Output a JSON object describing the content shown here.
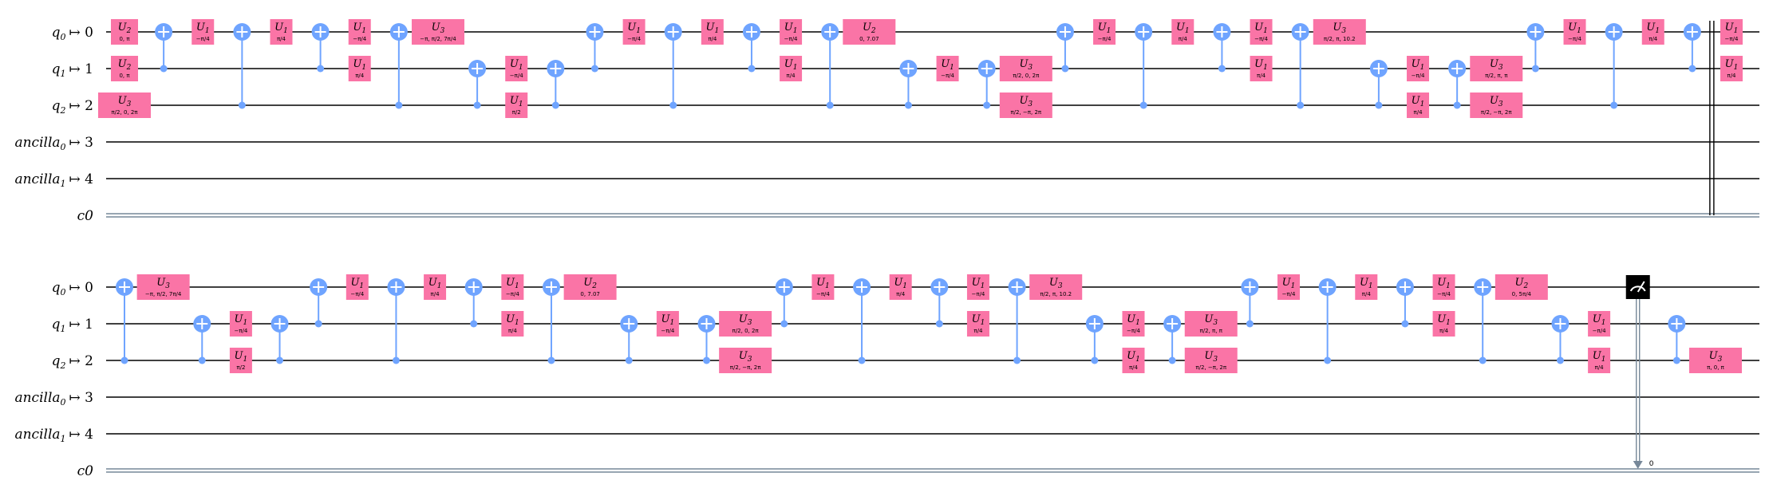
{
  "colors": {
    "wire": "#000000",
    "gate_fill": "#FA74A6",
    "gate_text": "#000000",
    "cnot": "#6FA4FF",
    "measure_fill": "#000000",
    "measure_icon": "#ffffff",
    "classical": "#778899"
  },
  "rows": [
    {
      "wires": [
        {
          "label_main": "q",
          "label_sub": "0",
          "label_arrow": "↦ 0",
          "type": "quantum"
        },
        {
          "label_main": "q",
          "label_sub": "1",
          "label_arrow": "↦ 1",
          "type": "quantum"
        },
        {
          "label_main": "q",
          "label_sub": "2",
          "label_arrow": "↦ 2",
          "type": "quantum"
        },
        {
          "label_main": "ancilla",
          "label_sub": "0",
          "label_arrow": "↦ 3",
          "type": "quantum"
        },
        {
          "label_main": "ancilla",
          "label_sub": "1",
          "label_arrow": "↦ 4",
          "type": "quantum"
        },
        {
          "label_main": "c0",
          "label_sub": "",
          "label_arrow": "",
          "type": "classical"
        }
      ],
      "ops": [
        {
          "t": "g",
          "n": "U",
          "s": "2",
          "p": "0, π",
          "w": 0
        },
        {
          "t": "g",
          "n": "U",
          "s": "2",
          "p": "0, π",
          "w": 1
        },
        {
          "t": "g",
          "n": "U",
          "s": "3",
          "p": "π/2, 0, 2π",
          "w": 2
        },
        {
          "t": "x",
          "tg": 0,
          "c": 1
        },
        {
          "t": "g",
          "n": "U",
          "s": "1",
          "p": "−π/4",
          "w": 0
        },
        {
          "t": "x",
          "tg": 0,
          "c": 2
        },
        {
          "t": "g",
          "n": "U",
          "s": "1",
          "p": "π/4",
          "w": 0
        },
        {
          "t": "x",
          "tg": 0,
          "c": 1
        },
        {
          "t": "g",
          "n": "U",
          "s": "1",
          "p": "−π/4",
          "w": 0
        },
        {
          "t": "g",
          "n": "U",
          "s": "1",
          "p": "π/4",
          "w": 1
        },
        {
          "t": "x",
          "tg": 0,
          "c": 2
        },
        {
          "t": "g",
          "n": "U",
          "s": "3",
          "p": "−π, π/2, 7π/4",
          "w": 0
        },
        {
          "t": "x",
          "tg": 1,
          "c": 2
        },
        {
          "t": "g",
          "n": "U",
          "s": "1",
          "p": "−π/4",
          "w": 1
        },
        {
          "t": "g",
          "n": "U",
          "s": "1",
          "p": "π/2",
          "w": 2
        },
        {
          "t": "x",
          "tg": 1,
          "c": 2
        },
        {
          "t": "x",
          "tg": 0,
          "c": 1
        },
        {
          "t": "g",
          "n": "U",
          "s": "1",
          "p": "−π/4",
          "w": 0
        },
        {
          "t": "x",
          "tg": 0,
          "c": 2
        },
        {
          "t": "g",
          "n": "U",
          "s": "1",
          "p": "π/4",
          "w": 0
        },
        {
          "t": "x",
          "tg": 0,
          "c": 1
        },
        {
          "t": "g",
          "n": "U",
          "s": "1",
          "p": "−π/4",
          "w": 0
        },
        {
          "t": "g",
          "n": "U",
          "s": "1",
          "p": "π/4",
          "w": 1
        },
        {
          "t": "x",
          "tg": 0,
          "c": 2
        },
        {
          "t": "g",
          "n": "U",
          "s": "2",
          "p": "0, 7.07",
          "w": 0
        },
        {
          "t": "x",
          "tg": 1,
          "c": 2
        },
        {
          "t": "g",
          "n": "U",
          "s": "1",
          "p": "−π/4",
          "w": 1
        },
        {
          "t": "x",
          "tg": 1,
          "c": 2
        },
        {
          "t": "g",
          "n": "U",
          "s": "3",
          "p": "π/2, 0, 2π",
          "w": 1
        },
        {
          "t": "g",
          "n": "U",
          "s": "3",
          "p": "π/2, −π, 2π",
          "w": 2
        },
        {
          "t": "x",
          "tg": 0,
          "c": 1
        },
        {
          "t": "g",
          "n": "U",
          "s": "1",
          "p": "−π/4",
          "w": 0
        },
        {
          "t": "x",
          "tg": 0,
          "c": 2
        },
        {
          "t": "g",
          "n": "U",
          "s": "1",
          "p": "π/4",
          "w": 0
        },
        {
          "t": "x",
          "tg": 0,
          "c": 1
        },
        {
          "t": "g",
          "n": "U",
          "s": "1",
          "p": "−π/4",
          "w": 0
        },
        {
          "t": "g",
          "n": "U",
          "s": "1",
          "p": "π/4",
          "w": 1
        },
        {
          "t": "x",
          "tg": 0,
          "c": 2
        },
        {
          "t": "g",
          "n": "U",
          "s": "3",
          "p": "π/2, π, 10.2",
          "w": 0
        },
        {
          "t": "x",
          "tg": 1,
          "c": 2
        },
        {
          "t": "g",
          "n": "U",
          "s": "1",
          "p": "−π/4",
          "w": 1
        },
        {
          "t": "g",
          "n": "U",
          "s": "1",
          "p": "π/4",
          "w": 2
        },
        {
          "t": "x",
          "tg": 1,
          "c": 2
        },
        {
          "t": "g",
          "n": "U",
          "s": "3",
          "p": "π/2, π, π",
          "w": 1
        },
        {
          "t": "g",
          "n": "U",
          "s": "3",
          "p": "π/2, −π, 2π",
          "w": 2
        },
        {
          "t": "x",
          "tg": 0,
          "c": 1
        },
        {
          "t": "g",
          "n": "U",
          "s": "1",
          "p": "−π/4",
          "w": 0
        },
        {
          "t": "x",
          "tg": 0,
          "c": 2
        },
        {
          "t": "g",
          "n": "U",
          "s": "1",
          "p": "π/4",
          "w": 0
        },
        {
          "t": "x",
          "tg": 0,
          "c": 1
        },
        {
          "t": "g",
          "n": "U",
          "s": "1",
          "p": "−π/4",
          "w": 0
        },
        {
          "t": "g",
          "n": "U",
          "s": "1",
          "p": "π/4",
          "w": 1
        }
      ]
    },
    {
      "wires": [
        {
          "label_main": "q",
          "label_sub": "0",
          "label_arrow": "↦ 0",
          "type": "quantum"
        },
        {
          "label_main": "q",
          "label_sub": "1",
          "label_arrow": "↦ 1",
          "type": "quantum"
        },
        {
          "label_main": "q",
          "label_sub": "2",
          "label_arrow": "↦ 2",
          "type": "quantum"
        },
        {
          "label_main": "ancilla",
          "label_sub": "0",
          "label_arrow": "↦ 3",
          "type": "quantum"
        },
        {
          "label_main": "ancilla",
          "label_sub": "1",
          "label_arrow": "↦ 4",
          "type": "quantum"
        },
        {
          "label_main": "c0",
          "label_sub": "",
          "label_arrow": "",
          "type": "classical"
        }
      ],
      "ops": [
        {
          "t": "x",
          "tg": 0,
          "c": 2
        },
        {
          "t": "g",
          "n": "U",
          "s": "3",
          "p": "−π, π/2, 7π/4",
          "w": 0
        },
        {
          "t": "x",
          "tg": 1,
          "c": 2
        },
        {
          "t": "g",
          "n": "U",
          "s": "1",
          "p": "−π/4",
          "w": 1
        },
        {
          "t": "g",
          "n": "U",
          "s": "1",
          "p": "π/2",
          "w": 2
        },
        {
          "t": "x",
          "tg": 1,
          "c": 2
        },
        {
          "t": "x",
          "tg": 0,
          "c": 1
        },
        {
          "t": "g",
          "n": "U",
          "s": "1",
          "p": "−π/4",
          "w": 0
        },
        {
          "t": "x",
          "tg": 0,
          "c": 2
        },
        {
          "t": "g",
          "n": "U",
          "s": "1",
          "p": "π/4",
          "w": 0
        },
        {
          "t": "x",
          "tg": 0,
          "c": 1
        },
        {
          "t": "g",
          "n": "U",
          "s": "1",
          "p": "−π/4",
          "w": 0
        },
        {
          "t": "g",
          "n": "U",
          "s": "1",
          "p": "π/4",
          "w": 1
        },
        {
          "t": "x",
          "tg": 0,
          "c": 2
        },
        {
          "t": "g",
          "n": "U",
          "s": "2",
          "p": "0, 7.07",
          "w": 0
        },
        {
          "t": "x",
          "tg": 1,
          "c": 2
        },
        {
          "t": "g",
          "n": "U",
          "s": "1",
          "p": "−π/4",
          "w": 1
        },
        {
          "t": "x",
          "tg": 1,
          "c": 2
        },
        {
          "t": "g",
          "n": "U",
          "s": "3",
          "p": "π/2, 0, 2π",
          "w": 1
        },
        {
          "t": "g",
          "n": "U",
          "s": "3",
          "p": "π/2, −π, 2π",
          "w": 2
        },
        {
          "t": "x",
          "tg": 0,
          "c": 1
        },
        {
          "t": "g",
          "n": "U",
          "s": "1",
          "p": "−π/4",
          "w": 0
        },
        {
          "t": "x",
          "tg": 0,
          "c": 2
        },
        {
          "t": "g",
          "n": "U",
          "s": "1",
          "p": "π/4",
          "w": 0
        },
        {
          "t": "x",
          "tg": 0,
          "c": 1
        },
        {
          "t": "g",
          "n": "U",
          "s": "1",
          "p": "−π/4",
          "w": 0
        },
        {
          "t": "g",
          "n": "U",
          "s": "1",
          "p": "π/4",
          "w": 1
        },
        {
          "t": "x",
          "tg": 0,
          "c": 2
        },
        {
          "t": "g",
          "n": "U",
          "s": "3",
          "p": "π/2, π, 10.2",
          "w": 0
        },
        {
          "t": "x",
          "tg": 1,
          "c": 2
        },
        {
          "t": "g",
          "n": "U",
          "s": "1",
          "p": "−π/4",
          "w": 1
        },
        {
          "t": "g",
          "n": "U",
          "s": "1",
          "p": "π/4",
          "w": 2
        },
        {
          "t": "x",
          "tg": 1,
          "c": 2
        },
        {
          "t": "g",
          "n": "U",
          "s": "3",
          "p": "π/2, π, π",
          "w": 1
        },
        {
          "t": "g",
          "n": "U",
          "s": "3",
          "p": "π/2, −π, 2π",
          "w": 2
        },
        {
          "t": "x",
          "tg": 0,
          "c": 1
        },
        {
          "t": "g",
          "n": "U",
          "s": "1",
          "p": "−π/4",
          "w": 0
        },
        {
          "t": "x",
          "tg": 0,
          "c": 2
        },
        {
          "t": "g",
          "n": "U",
          "s": "1",
          "p": "π/4",
          "w": 0
        },
        {
          "t": "x",
          "tg": 0,
          "c": 1
        },
        {
          "t": "g",
          "n": "U",
          "s": "1",
          "p": "−π/4",
          "w": 0
        },
        {
          "t": "g",
          "n": "U",
          "s": "1",
          "p": "π/4",
          "w": 1
        },
        {
          "t": "x",
          "tg": 0,
          "c": 2
        },
        {
          "t": "g",
          "n": "U",
          "s": "2",
          "p": "0, 5π/4",
          "w": 0
        },
        {
          "t": "x",
          "tg": 1,
          "c": 2
        },
        {
          "t": "g",
          "n": "U",
          "s": "1",
          "p": "−π/4",
          "w": 1
        },
        {
          "t": "g",
          "n": "U",
          "s": "1",
          "p": "π/4",
          "w": 2
        },
        {
          "t": "m",
          "w": 0,
          "bit": "0"
        },
        {
          "t": "x",
          "tg": 1,
          "c": 2
        },
        {
          "t": "g",
          "n": "U",
          "s": "3",
          "p": "π, 0, π",
          "w": 2
        }
      ]
    }
  ]
}
